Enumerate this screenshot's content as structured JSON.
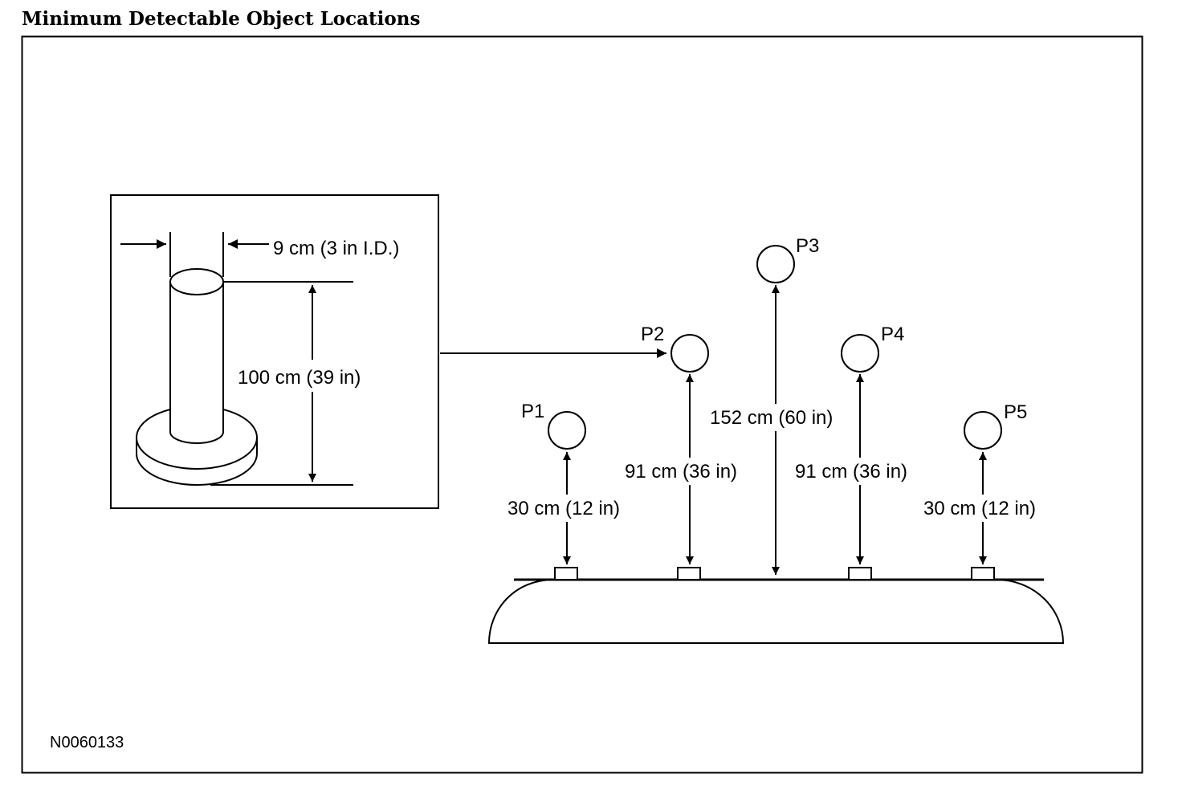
{
  "title": "Minimum Detectable Object Locations",
  "inset": {
    "diameter_label": "9 cm (3 in I.D.)",
    "height_label": "100 cm (39 in)"
  },
  "positions": [
    {
      "id": "P1",
      "distance_label": "30 cm (12 in)"
    },
    {
      "id": "P2",
      "distance_label": "91 cm (36 in)"
    },
    {
      "id": "P3",
      "distance_label": "152 cm (60 in)"
    },
    {
      "id": "P4",
      "distance_label": "91 cm (36 in)"
    },
    {
      "id": "P5",
      "distance_label": "30 cm (12 in)"
    }
  ],
  "figure_ref": "N0060133"
}
